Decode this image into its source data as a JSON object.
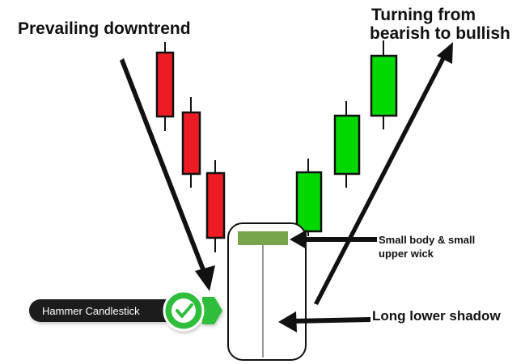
{
  "labels": {
    "prevailing": "Prevailing downtrend",
    "turning_line1": "Turning from",
    "turning_line2": "bearish to bullish",
    "small_body_line1": "Small body & small",
    "small_body_line2": "upper wick",
    "long_shadow": "Long lower shadow",
    "hammer_badge": "Hammer Candlestick"
  },
  "colors": {
    "bearish": "#ed1c24",
    "bullish": "#00d800",
    "hammer_body": "#76a54b",
    "outline": "#111111",
    "badge_bg": "#1f1f1f",
    "badge_icon": "#2fbe3b"
  },
  "icons": {
    "badge_icon": "check-circle-icon"
  },
  "candles": {
    "bearish_count": 3,
    "bullish_count": 3
  }
}
